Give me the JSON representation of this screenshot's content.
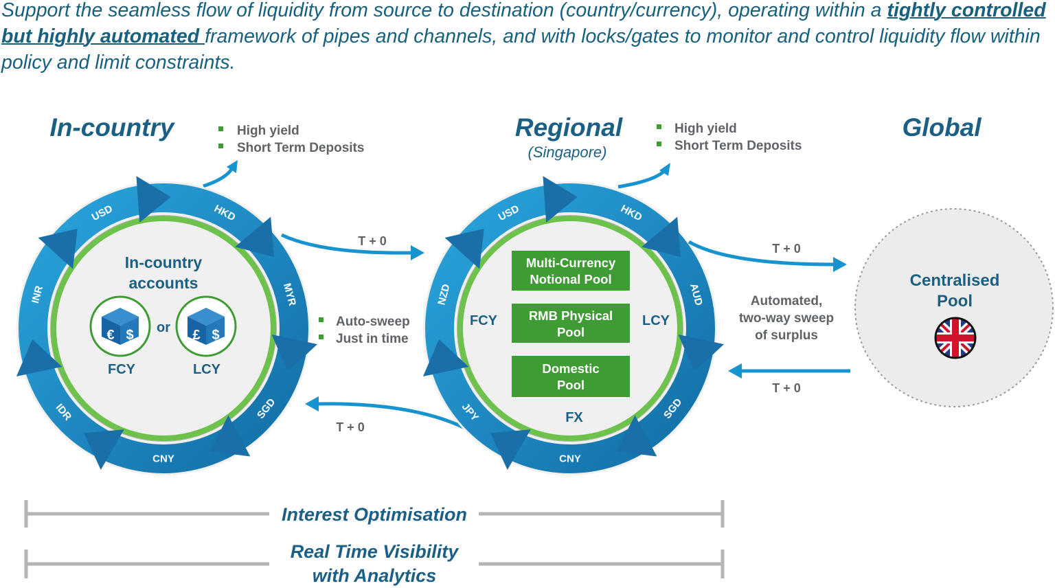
{
  "intro": {
    "part1": "Support the seamless flow of liquidity from source to destination (country/currency), operating within a ",
    "emphasis": "tightly controlled but highly automated ",
    "part2": "framework of pipes and channels, and with locks/gates to monitor and control liquidity flow within policy and limit constraints."
  },
  "in_country": {
    "title": "In-country",
    "bullets": [
      "High yield",
      "Short Term Deposits"
    ],
    "center_title": [
      "In-country",
      "accounts"
    ],
    "or_label": "or",
    "left_label": "FCY",
    "right_label": "LCY",
    "ring_labels": [
      "USD",
      "HKD",
      "MYR",
      "SGD",
      "CNY",
      "IDR",
      "INR"
    ]
  },
  "middle_notes": {
    "bullets": [
      "Auto-sweep",
      "Just in time"
    ],
    "t_top": "T + 0",
    "t_bottom": "T + 0"
  },
  "regional": {
    "title": "Regional",
    "subtitle": "(Singapore)",
    "bullets": [
      "High yield",
      "Short Term Deposits"
    ],
    "left_label": "FCY",
    "right_label": "LCY",
    "fx_label": "FX",
    "boxes": [
      [
        "Multi-Currency",
        "Notional Pool"
      ],
      [
        "RMB Physical",
        "Pool"
      ],
      [
        "Domestic",
        "Pool"
      ]
    ],
    "ring_labels": [
      "USD",
      "HKD",
      "AUD",
      "SGD",
      "CNY",
      "JPY",
      "NZD"
    ]
  },
  "right_notes": {
    "t_top": "T + 0",
    "sweep_text": [
      "Automated,",
      "two-way sweep",
      "of surplus"
    ],
    "t_bottom": "T + 0"
  },
  "global": {
    "title": "Global",
    "pool_label": [
      "Centralised",
      "Pool"
    ],
    "flag_icon": "uk-flag-icon"
  },
  "bars": {
    "interest": "Interest Optimisation",
    "visibility": [
      "Real Time Visibility",
      "with Analytics"
    ]
  },
  "colors": {
    "title_blue": "#1b5f85",
    "ring_blue": "#1e90cc",
    "arrow_blue": "#1793cf",
    "green": "#3f9b34",
    "green_ring": "#6cc24a",
    "gray_text": "#5f6368"
  }
}
